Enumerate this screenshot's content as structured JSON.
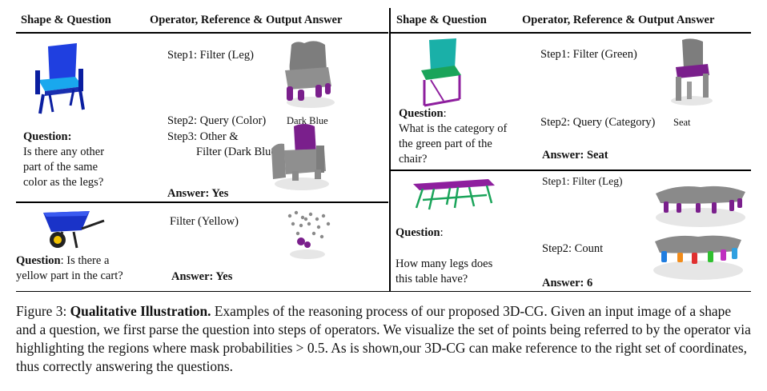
{
  "headers": {
    "left_shape": "Shape & Question",
    "left_ops": "Operator, Reference & Output Answer",
    "right_shape": "Shape & Question",
    "right_ops": "Operator, Reference & Output Answer"
  },
  "panel1": {
    "q_label": "Question:",
    "q_lines": [
      "Is there any other",
      "part of the same",
      "color as the legs?"
    ],
    "step1": "Step1: Filter (Leg)",
    "step2": "Step2: Query (Color)",
    "step2_result": "Dark Blue",
    "step3a": "Step3: Other &",
    "step3b": "Filter (Dark Blue)",
    "answer": "Answer: Yes"
  },
  "panel2": {
    "q_label": "Question",
    "q_rest": ": Is there a",
    "q_line2": "yellow part in the cart?",
    "step1": "Filter (Yellow)",
    "answer": "Answer: Yes"
  },
  "panel3": {
    "q_label": "Question",
    "q_colon": ":",
    "q_lines": [
      "What is the category of",
      "the green part of the",
      "chair?"
    ],
    "step1": "Step1: Filter (Green)",
    "step2": "Step2: Query (Category)",
    "step2_result": "Seat",
    "answer": "Answer: Seat"
  },
  "panel4": {
    "q_label": "Question",
    "q_colon": ":",
    "q_lines": [
      "How many legs does",
      "this table have?"
    ],
    "step1": "Step1: Filter (Leg)",
    "step2": "Step2: Count",
    "answer": "Answer: 6"
  },
  "caption": {
    "fig": "Figure 3:",
    "title": "Qualitative Illustration.",
    "body": "Examples of the reasoning process of our proposed 3D-CG. Given an input image of a shape and a question, we first parse the question into steps of operators. We visualize the set of points being referred to by the operator via highlighting the regions where mask probabilities > 0.5. As is shown,our 3D-CG can make reference to the right set of coordinates, thus correctly answering the questions."
  },
  "colors": {
    "chair_blue": "#1f3fe0",
    "chair_light": "#19a8ee",
    "highlight_purple": "#7a1f8c",
    "cart_yellow": "#f2c200",
    "green": "#1aa45a",
    "table_magenta": "#8e1f9e",
    "point_gray": "#8a8a8a"
  }
}
